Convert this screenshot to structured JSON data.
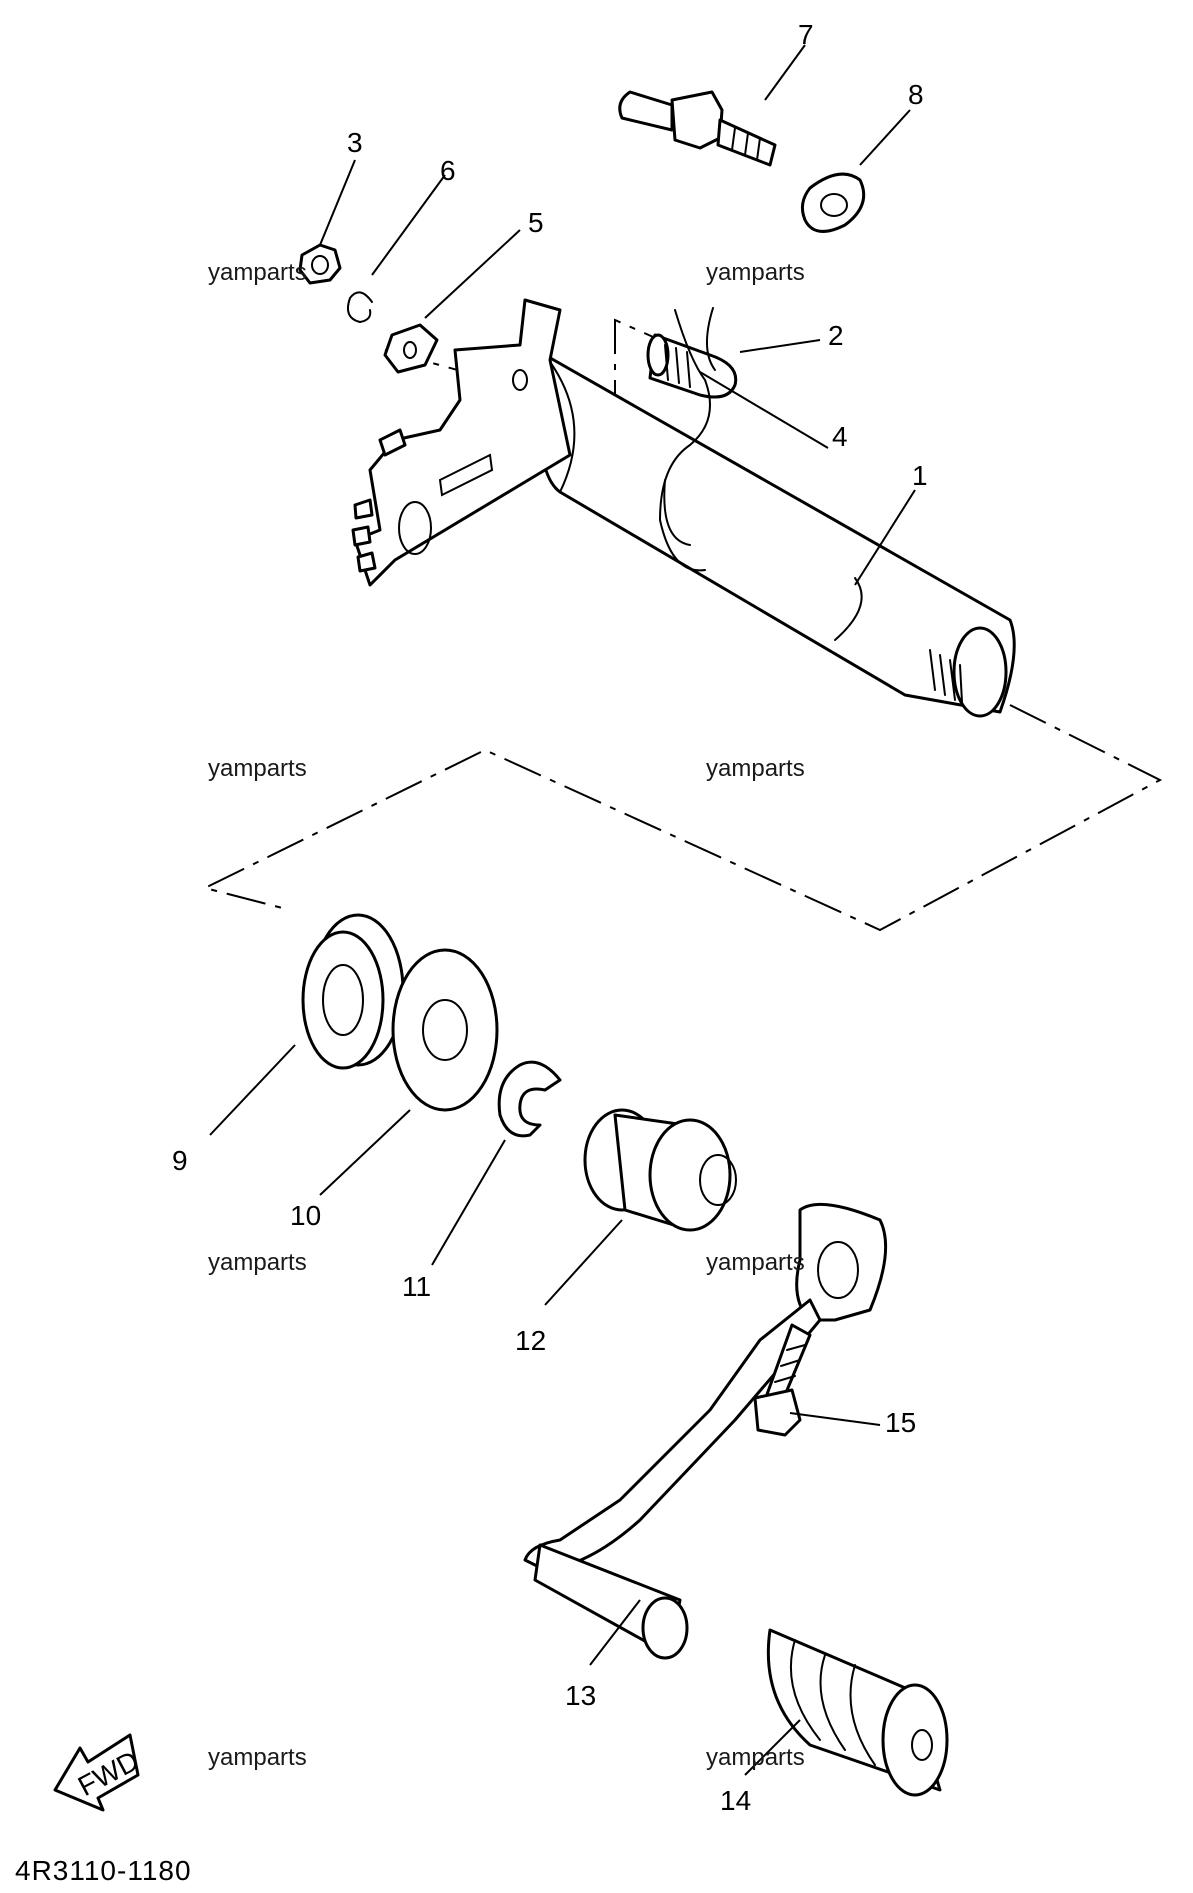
{
  "diagram": {
    "part_numbers": [
      "1",
      "2",
      "3",
      "4",
      "5",
      "6",
      "7",
      "8",
      "9",
      "10",
      "11",
      "12",
      "13",
      "14",
      "15"
    ],
    "watermark": "yamparts",
    "direction_marker": "FWD",
    "drawing_code": "4R3110-1180"
  }
}
